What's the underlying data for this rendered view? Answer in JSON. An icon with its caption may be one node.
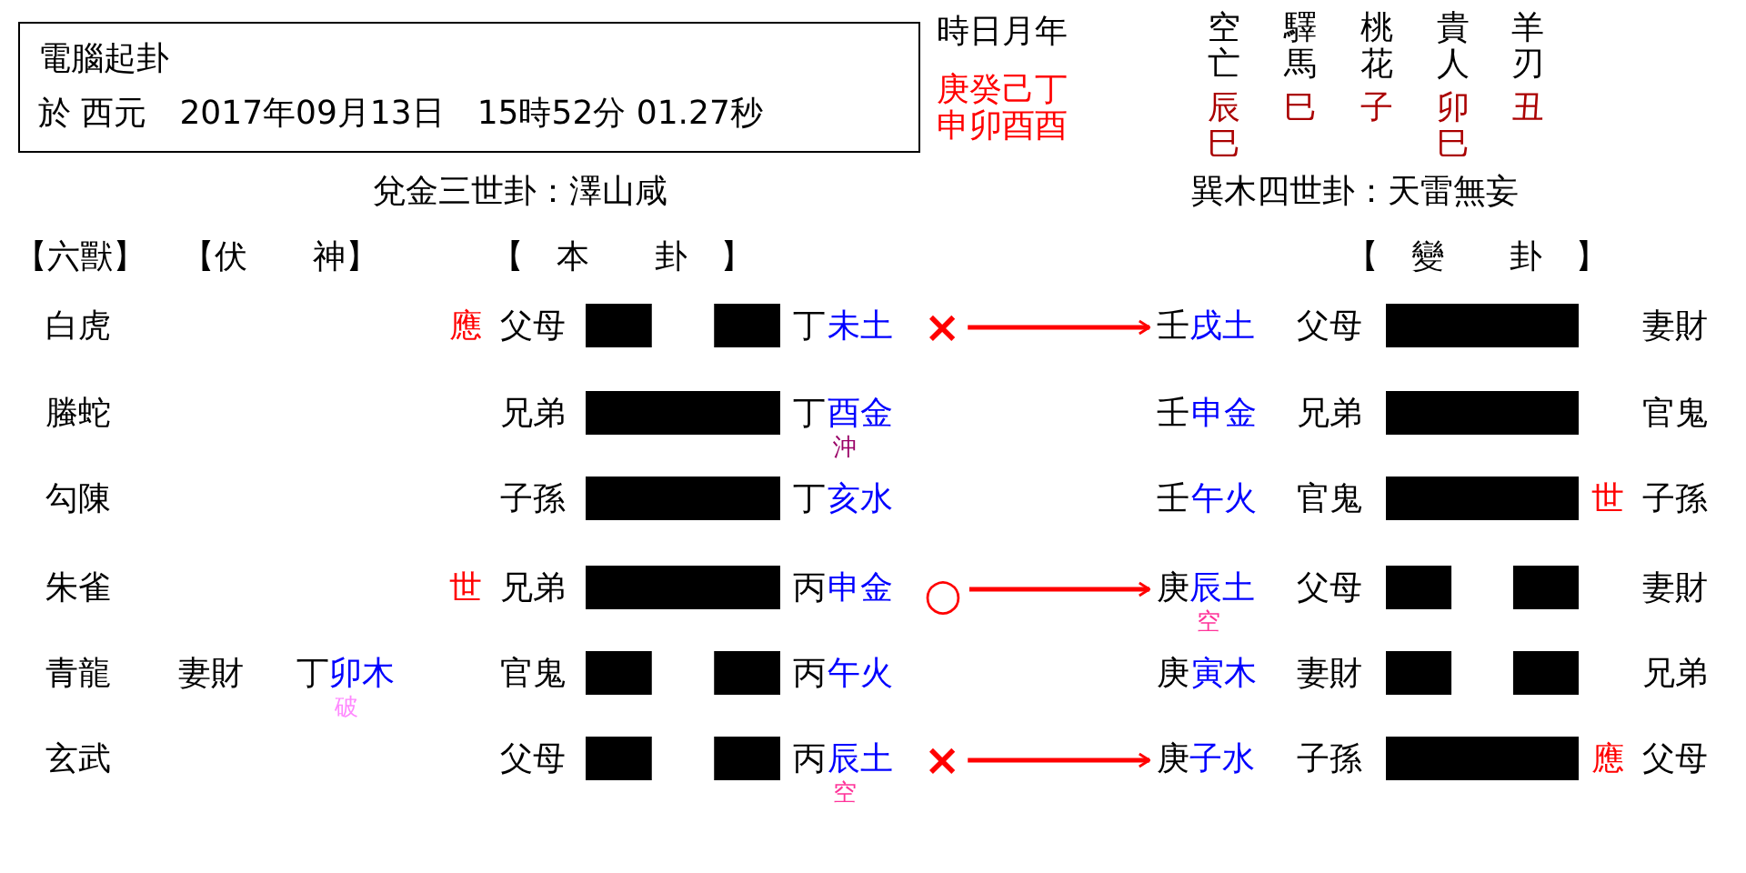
{
  "diagram": {
    "nodes": [
      {
        "text": [
          "電腦起卦",
          "於 西元　2017年09月13日　15時52分 01.27秒"
        ]
      },
      {
        "text": [
          "×"
        ]
      },
      {
        "text": [
          "壬",
          "戌土"
        ]
      },
      {
        "text": [
          "○"
        ]
      },
      {
        "text": [
          "庚",
          "辰土"
        ],
        "beside": [
          "空"
        ]
      },
      {
        "text": [
          "×"
        ]
      },
      {
        "text": [
          "庚",
          "子水"
        ]
      }
    ],
    "edges": [
      {
        "from": 1,
        "to": 2,
        "arrow": "to",
        "color": "#ff0000"
      },
      {
        "from": 3,
        "to": 4,
        "arrow": "to",
        "color": "#ff0000"
      },
      {
        "from": 5,
        "to": 6,
        "arrow": "to",
        "color": "#ff0000"
      }
    ],
    "labels": [
      "時日月年",
      "庚癸己丁",
      "申卯酉酉",
      "空亡",
      "辰巳",
      "驛馬",
      "巳",
      "桃花",
      "子",
      "貴人",
      "卯巳",
      "羊刃",
      "丑",
      "兌金三世卦：澤山咸",
      "巽木四世卦：天雷無妄",
      "【六獸】",
      "【伏　　神】",
      "【　本　　卦　】",
      "【　變　　卦　】",
      "白虎",
      "應",
      "父母",
      "丁",
      "未土",
      "父母",
      "妻財",
      "螣蛇",
      "兄弟",
      "丁",
      "酉金",
      "沖",
      "壬",
      "申金",
      "兄弟",
      "官鬼",
      "勾陳",
      "子孫",
      "丁",
      "亥水",
      "壬",
      "午火",
      "官鬼",
      "世",
      "子孫",
      "朱雀",
      "世",
      "兄弟",
      "丙",
      "申金",
      "父母",
      "妻財",
      "青龍",
      "妻財",
      "丁",
      "卯木",
      "破",
      "官鬼",
      "丙",
      "午火",
      "庚",
      "寅木",
      "妻財",
      "兄弟",
      "玄武",
      "父母",
      "丙",
      "辰土",
      "空",
      "子孫",
      "應",
      "父母"
    ]
  }
}
